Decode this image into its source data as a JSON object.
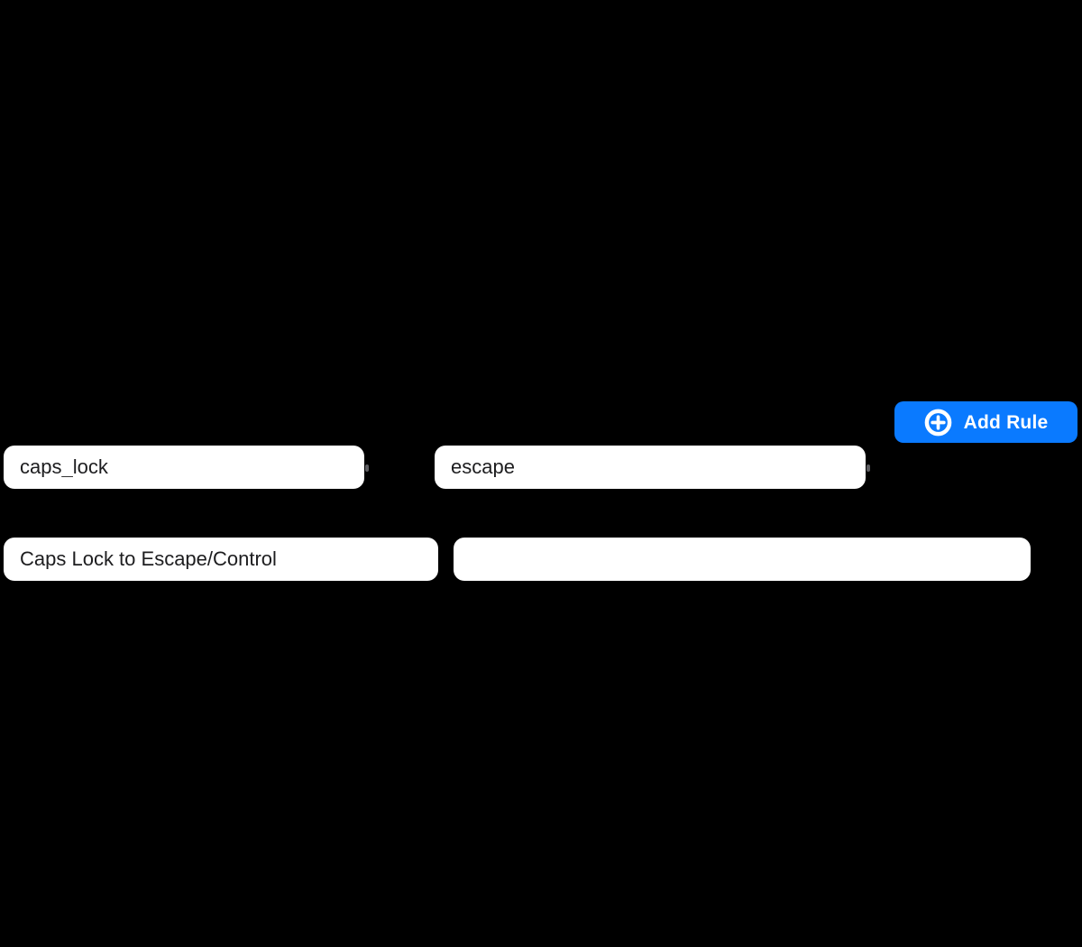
{
  "canvas": {
    "background_color": "#000000"
  },
  "toolbar": {
    "add_rule_label": "Add Rule",
    "add_rule_color": "#0a7aff",
    "add_rule_text_color": "#ffffff",
    "plus_icon": "plus-circle"
  },
  "rule_editor": {
    "from_key": {
      "value": "caps_lock",
      "chevron_icon": "chevron-down"
    },
    "to_key": {
      "value": "escape",
      "chevron_icon": "chevron-down"
    },
    "rule_name": {
      "value": "Caps Lock to Escape/Control"
    },
    "extra_field": {
      "value": ""
    },
    "field_background": "#ffffff",
    "field_text_color": "#1d1d1f"
  }
}
